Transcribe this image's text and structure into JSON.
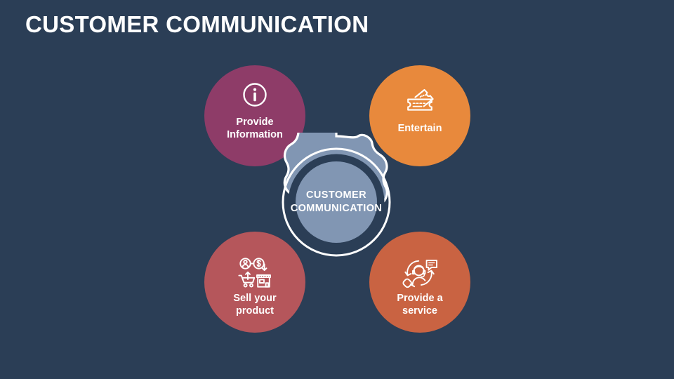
{
  "slide": {
    "title": "CUSTOMER COMMUNICATION",
    "background_color": "#2b3e56"
  },
  "center": {
    "name": "center-badge",
    "line1": "CUSTOMER",
    "line2": "COMMUNICATION",
    "fill_color": "#8196b3",
    "ring_color": "#2b3e56",
    "outline_color": "#ffffff",
    "text_color": "#ffffff"
  },
  "nodes": [
    {
      "id": "provide-information",
      "label": "Provide\nInformation",
      "icon": "info-circle-icon",
      "color": "#8e3c68",
      "position": "top-left"
    },
    {
      "id": "entertain",
      "label": "Entertain",
      "icon": "tickets-icon",
      "color": "#e8893c",
      "position": "top-right"
    },
    {
      "id": "sell-your-product",
      "label": "Sell your\nproduct",
      "icon": "shop-cart-money-icon",
      "color": "#b5565b",
      "position": "bottom-left"
    },
    {
      "id": "provide-a-service",
      "label": "Provide a\nservice",
      "icon": "support-agent-icon",
      "color": "#c96342",
      "position": "bottom-right"
    }
  ]
}
